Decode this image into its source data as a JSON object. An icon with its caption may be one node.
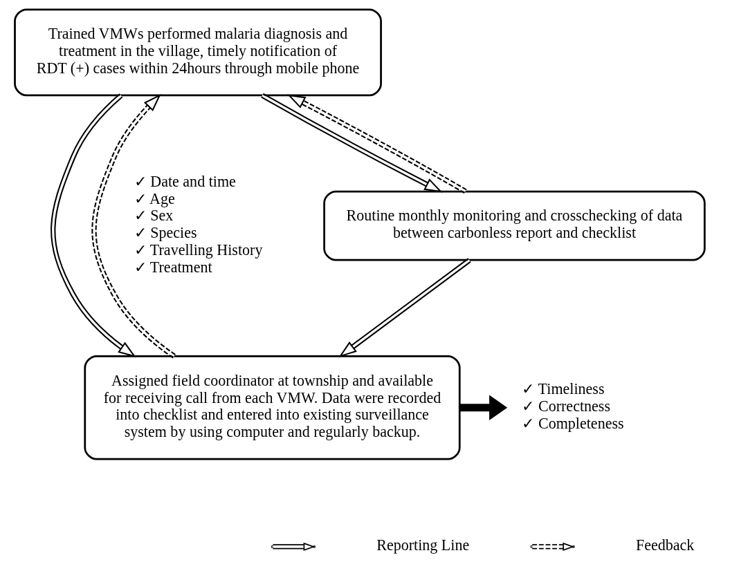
{
  "diagram": {
    "nodes": [
      {
        "text": [
          "Trained VMWs performed malaria diagnosis and treatment in the village, timely notification of RDT (+) cases within 24hours through mobile phone"
        ]
      },
      {
        "text": [
          "Routine monthly monitoring and crosschecking of data between carbonless report and checklist"
        ]
      },
      {
        "text": [
          "Assigned field coordinator at township and available for receiving call from each VMW. Data were recorded into checklist and entered into existing surveillance system by using computer and regularly backup."
        ]
      },
      {
        "text": [
          "✓ Timeliness",
          "✓ Correctness",
          "✓ Completeness"
        ]
      }
    ],
    "edges": [
      {
        "from": 0,
        "to": 2,
        "arrow": "to"
      },
      {
        "from": 2,
        "to": 0,
        "arrow": "to",
        "style": "dashed"
      },
      {
        "from": 0,
        "to": 1,
        "arrow": "to"
      },
      {
        "from": 1,
        "to": 0,
        "arrow": "to",
        "style": "dashed"
      },
      {
        "from": 1,
        "to": 2,
        "arrow": "to"
      },
      {
        "from": 2,
        "to": 3,
        "arrow": "to",
        "style": "thick"
      }
    ],
    "labels": [
      "✓ Date and time",
      "✓ Age",
      "✓ Sex",
      "✓ Species",
      "✓ Travelling History",
      "✓ Treatment"
    ],
    "legend": [
      {
        "text": "Reporting Line"
      },
      {
        "text": "Feedback"
      }
    ]
  }
}
